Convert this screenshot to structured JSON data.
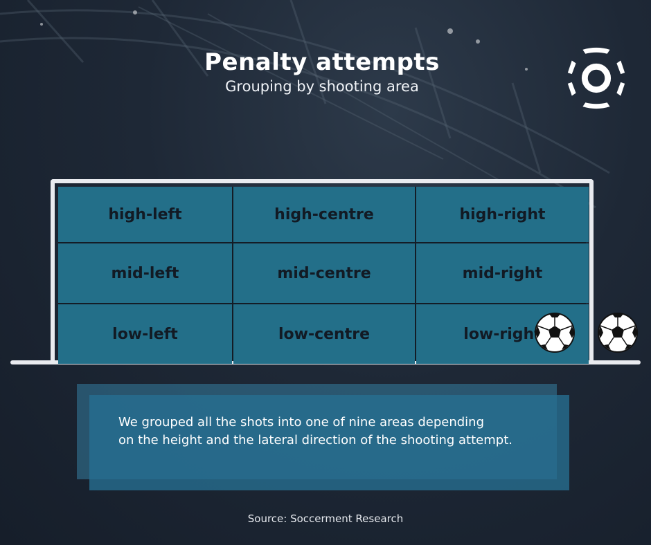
{
  "header": {
    "title": "Penalty attempts",
    "subtitle": "Grouping by shooting area"
  },
  "logo": {
    "icon": "soccerment-ball-logo-icon"
  },
  "goal": {
    "areas": [
      "high-left",
      "high-centre",
      "high-right",
      "mid-left",
      "mid-centre",
      "mid-right",
      "low-left",
      "low-centre",
      "low-right"
    ]
  },
  "decor": {
    "balls": [
      "soccer-ball-icon",
      "soccer-ball-icon"
    ]
  },
  "note": {
    "line1": "We grouped all the shots into one of nine areas depending",
    "line2": "on the height and the lateral direction of the shooting attempt."
  },
  "footer": {
    "source": "Source: Soccerment Research"
  },
  "colors": {
    "cell": "#236f89",
    "frame": "#e9ebef",
    "background": "#1e2836",
    "note": "#267092"
  }
}
